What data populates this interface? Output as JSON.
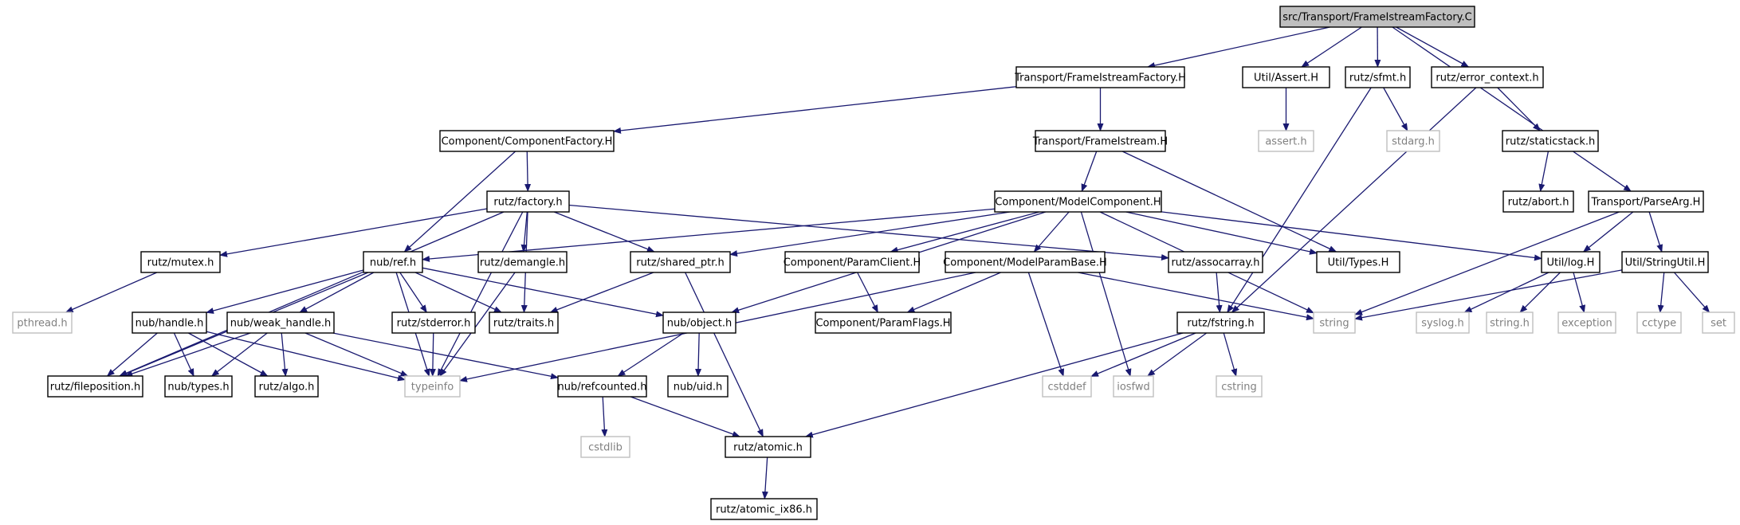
{
  "colors": {
    "edge": "#191970",
    "root_fill": "#bfbfbf",
    "node_border": "#000000",
    "external_border": "#bfbfbf",
    "external_text": "#808080",
    "text": "#000000"
  },
  "nodes": [
    {
      "id": "root",
      "label": "src/Transport/FrameIstreamFactory.C",
      "kind": "root"
    },
    {
      "id": "fifH",
      "label": "Transport/FrameIstreamFactory.H",
      "kind": "local"
    },
    {
      "id": "assertH",
      "label": "Util/Assert.H",
      "kind": "local"
    },
    {
      "id": "sfmt",
      "label": "rutz/sfmt.h",
      "kind": "local"
    },
    {
      "id": "errctx",
      "label": "rutz/error_context.h",
      "kind": "local"
    },
    {
      "id": "compfac",
      "label": "Component/ComponentFactory.H",
      "kind": "local"
    },
    {
      "id": "fis",
      "label": "Transport/FrameIstream.H",
      "kind": "local"
    },
    {
      "id": "assert_sys",
      "label": "assert.h",
      "kind": "external"
    },
    {
      "id": "stdarg",
      "label": "stdarg.h",
      "kind": "external"
    },
    {
      "id": "staticstack",
      "label": "rutz/staticstack.h",
      "kind": "local"
    },
    {
      "id": "factory",
      "label": "rutz/factory.h",
      "kind": "local"
    },
    {
      "id": "modelcomp",
      "label": "Component/ModelComponent.H",
      "kind": "local"
    },
    {
      "id": "abort",
      "label": "rutz/abort.h",
      "kind": "local"
    },
    {
      "id": "parsearg",
      "label": "Transport/ParseArg.H",
      "kind": "local"
    },
    {
      "id": "mutex",
      "label": "rutz/mutex.h",
      "kind": "local"
    },
    {
      "id": "nubref",
      "label": "nub/ref.h",
      "kind": "local"
    },
    {
      "id": "demangle",
      "label": "rutz/demangle.h",
      "kind": "local"
    },
    {
      "id": "sharedptr",
      "label": "rutz/shared_ptr.h",
      "kind": "local"
    },
    {
      "id": "paramclient",
      "label": "Component/ParamClient.H",
      "kind": "local"
    },
    {
      "id": "modelparambase",
      "label": "Component/ModelParamBase.H",
      "kind": "local"
    },
    {
      "id": "assocarray",
      "label": "rutz/assocarray.h",
      "kind": "local"
    },
    {
      "id": "types",
      "label": "Util/Types.H",
      "kind": "local"
    },
    {
      "id": "log",
      "label": "Util/log.H",
      "kind": "local"
    },
    {
      "id": "stringutil",
      "label": "Util/StringUtil.H",
      "kind": "local"
    },
    {
      "id": "pthread",
      "label": "pthread.h",
      "kind": "external"
    },
    {
      "id": "handle",
      "label": "nub/handle.h",
      "kind": "local"
    },
    {
      "id": "weakhandle",
      "label": "nub/weak_handle.h",
      "kind": "local"
    },
    {
      "id": "stderror",
      "label": "rutz/stderror.h",
      "kind": "local"
    },
    {
      "id": "traits",
      "label": "rutz/traits.h",
      "kind": "local"
    },
    {
      "id": "nubobject",
      "label": "nub/object.h",
      "kind": "local"
    },
    {
      "id": "paramflags",
      "label": "Component/ParamFlags.H",
      "kind": "local"
    },
    {
      "id": "fstring",
      "label": "rutz/fstring.h",
      "kind": "local"
    },
    {
      "id": "string",
      "label": "string",
      "kind": "external"
    },
    {
      "id": "syslog",
      "label": "syslog.h",
      "kind": "external"
    },
    {
      "id": "stringh",
      "label": "string.h",
      "kind": "external"
    },
    {
      "id": "exception",
      "label": "exception",
      "kind": "external"
    },
    {
      "id": "cctype",
      "label": "cctype",
      "kind": "external"
    },
    {
      "id": "set",
      "label": "set",
      "kind": "external"
    },
    {
      "id": "filepos",
      "label": "rutz/fileposition.h",
      "kind": "local"
    },
    {
      "id": "nubtypes",
      "label": "nub/types.h",
      "kind": "local"
    },
    {
      "id": "algo",
      "label": "rutz/algo.h",
      "kind": "local"
    },
    {
      "id": "typeinfo",
      "label": "typeinfo",
      "kind": "external"
    },
    {
      "id": "refcounted",
      "label": "nub/refcounted.h",
      "kind": "local"
    },
    {
      "id": "nubuid",
      "label": "nub/uid.h",
      "kind": "local"
    },
    {
      "id": "cstddef",
      "label": "cstddef",
      "kind": "external"
    },
    {
      "id": "iosfwd",
      "label": "iosfwd",
      "kind": "external"
    },
    {
      "id": "cstring",
      "label": "cstring",
      "kind": "external"
    },
    {
      "id": "cstdlib",
      "label": "cstdlib",
      "kind": "external"
    },
    {
      "id": "atomic",
      "label": "rutz/atomic.h",
      "kind": "local"
    },
    {
      "id": "atomicix86",
      "label": "rutz/atomic_ix86.h",
      "kind": "local"
    }
  ],
  "edges": [
    [
      "root",
      "fifH"
    ],
    [
      "root",
      "assertH"
    ],
    [
      "root",
      "sfmt"
    ],
    [
      "root",
      "errctx"
    ],
    [
      "root",
      "parsearg"
    ],
    [
      "fifH",
      "compfac"
    ],
    [
      "fifH",
      "fis"
    ],
    [
      "assertH",
      "assert_sys"
    ],
    [
      "sfmt",
      "stdarg"
    ],
    [
      "sfmt",
      "fstring"
    ],
    [
      "errctx",
      "staticstack"
    ],
    [
      "errctx",
      "fstring"
    ],
    [
      "staticstack",
      "abort"
    ],
    [
      "compfac",
      "factory"
    ],
    [
      "compfac",
      "nubref"
    ],
    [
      "fis",
      "modelcomp"
    ],
    [
      "fis",
      "types"
    ],
    [
      "factory",
      "mutex"
    ],
    [
      "factory",
      "demangle"
    ],
    [
      "factory",
      "sharedptr"
    ],
    [
      "factory",
      "assocarray"
    ],
    [
      "factory",
      "traits"
    ],
    [
      "factory",
      "typeinfo"
    ],
    [
      "factory",
      "filepos"
    ],
    [
      "modelcomp",
      "nubref"
    ],
    [
      "modelcomp",
      "sharedptr"
    ],
    [
      "modelcomp",
      "paramclient"
    ],
    [
      "modelcomp",
      "modelparambase"
    ],
    [
      "modelcomp",
      "types"
    ],
    [
      "modelcomp",
      "log"
    ],
    [
      "modelcomp",
      "string"
    ],
    [
      "modelcomp",
      "iosfwd"
    ],
    [
      "modelcomp",
      "nubobject"
    ],
    [
      "parsearg",
      "log"
    ],
    [
      "parsearg",
      "stringutil"
    ],
    [
      "parsearg",
      "string"
    ],
    [
      "mutex",
      "pthread"
    ],
    [
      "nubref",
      "handle"
    ],
    [
      "nubref",
      "weakhandle"
    ],
    [
      "nubref",
      "stderror"
    ],
    [
      "nubref",
      "traits"
    ],
    [
      "nubref",
      "nubobject"
    ],
    [
      "nubref",
      "typeinfo"
    ],
    [
      "nubref",
      "filepos"
    ],
    [
      "demangle",
      "typeinfo"
    ],
    [
      "sharedptr",
      "traits"
    ],
    [
      "sharedptr",
      "atomic"
    ],
    [
      "paramclient",
      "paramflags"
    ],
    [
      "modelparambase",
      "paramflags"
    ],
    [
      "modelparambase",
      "string"
    ],
    [
      "modelparambase",
      "cstddef"
    ],
    [
      "modelparambase",
      "typeinfo"
    ],
    [
      "assocarray",
      "fstring"
    ],
    [
      "log",
      "syslog"
    ],
    [
      "log",
      "stringh"
    ],
    [
      "log",
      "exception"
    ],
    [
      "stringutil",
      "string"
    ],
    [
      "stringutil",
      "cctype"
    ],
    [
      "stringutil",
      "set"
    ],
    [
      "handle",
      "filepos"
    ],
    [
      "handle",
      "nubtypes"
    ],
    [
      "handle",
      "algo"
    ],
    [
      "handle",
      "typeinfo"
    ],
    [
      "weakhandle",
      "filepos"
    ],
    [
      "weakhandle",
      "nubtypes"
    ],
    [
      "weakhandle",
      "algo"
    ],
    [
      "weakhandle",
      "typeinfo"
    ],
    [
      "weakhandle",
      "refcounted"
    ],
    [
      "stderror",
      "typeinfo"
    ],
    [
      "nubobject",
      "refcounted"
    ],
    [
      "nubobject",
      "nubuid"
    ],
    [
      "fstring",
      "cstddef"
    ],
    [
      "fstring",
      "iosfwd"
    ],
    [
      "fstring",
      "cstring"
    ],
    [
      "fstring",
      "atomic"
    ],
    [
      "refcounted",
      "cstdlib"
    ],
    [
      "refcounted",
      "atomic"
    ],
    [
      "atomic",
      "atomicix86"
    ]
  ]
}
